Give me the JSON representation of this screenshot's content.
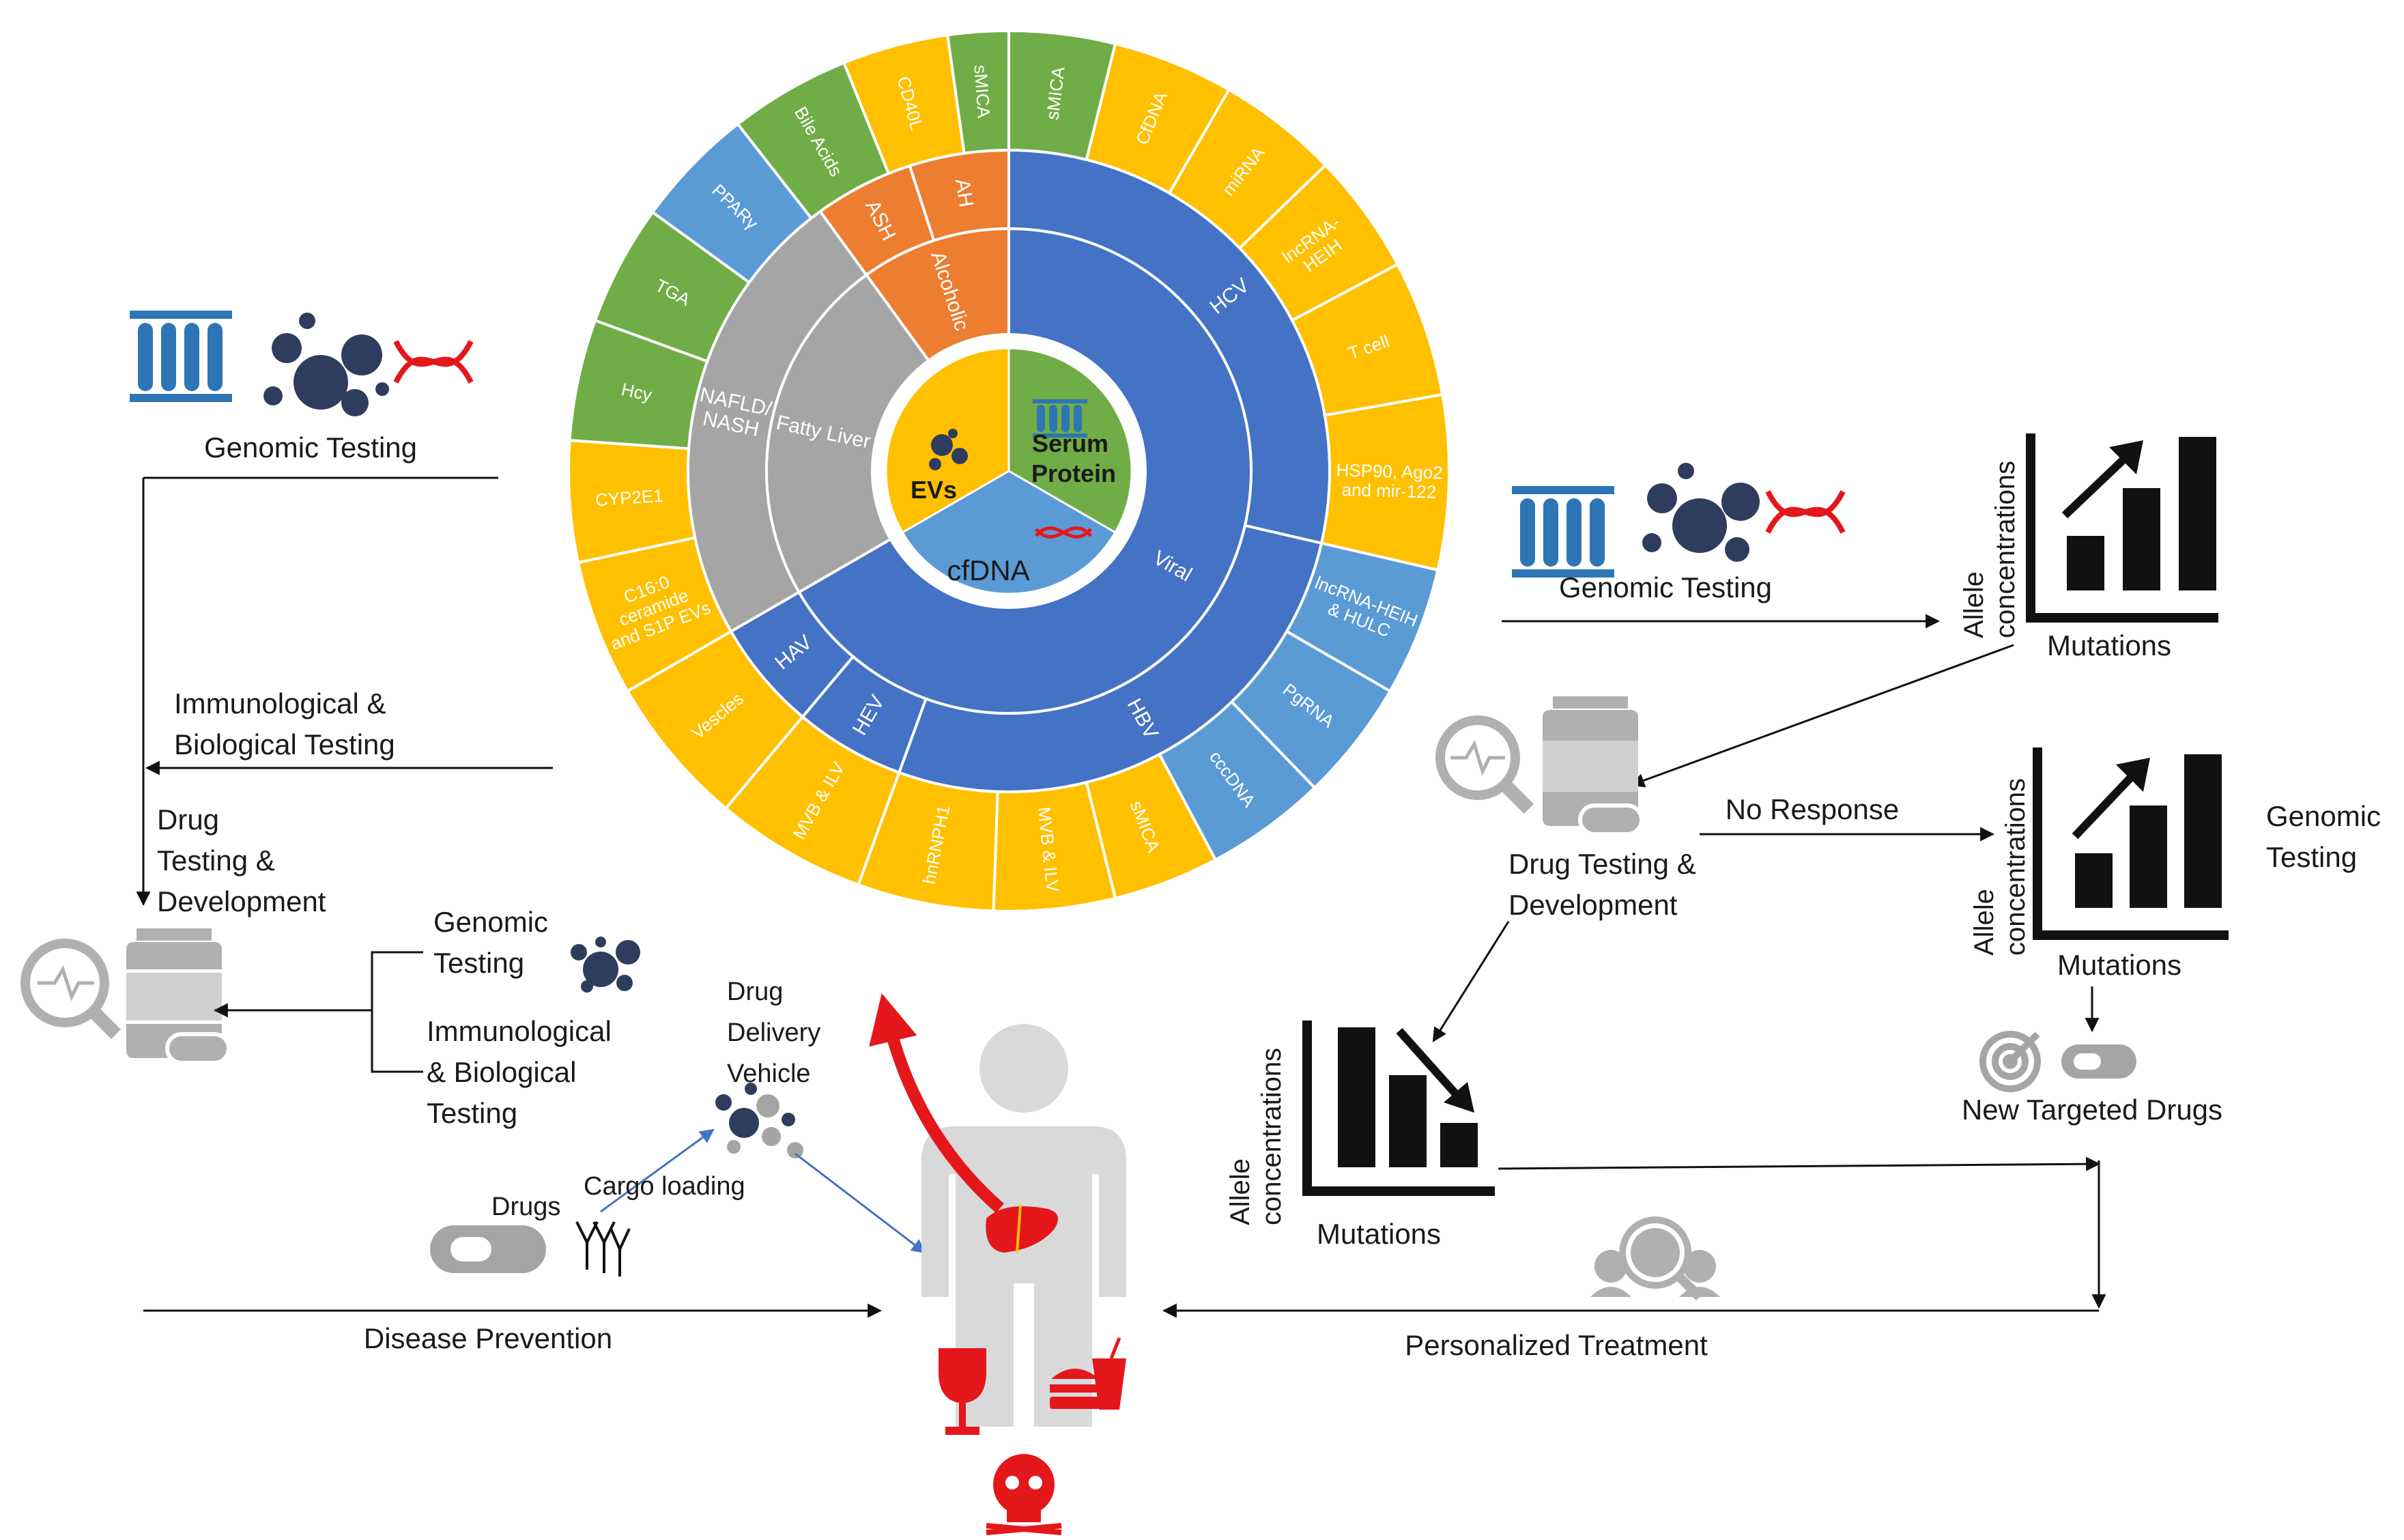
{
  "colors": {
    "blue": "#4472C4",
    "light_blue": "#5B9BD5",
    "green": "#70AD47",
    "yellow": "#FFC000",
    "gray": "#A5A5A5",
    "orange": "#ED7D31",
    "dark_navy": "#2E3D5E",
    "red": "#E4171B",
    "icon_blue": "#2E75B6",
    "icon_gray": "#B0B0B0"
  },
  "wheel": {
    "center": {
      "serum": "Serum\nProtein",
      "evs": "EVs",
      "cfdna": "cfDNA"
    },
    "ring_mid": [
      {
        "label": "Alcoholic",
        "a0": 0,
        "a1": 324,
        "color": "orange"
      },
      {
        "label": "Fatty Liver",
        "a0": 288,
        "a1": 324,
        "color": "gray"
      },
      {
        "label": "Viral",
        "a0": 0,
        "a1": 240,
        "color": "blue"
      }
    ],
    "ring_outer_cat": [
      {
        "label": "HCV",
        "a0": 0,
        "a1": 103,
        "color": "blue"
      },
      {
        "label": "HBV",
        "a0": 103,
        "a1": 200,
        "color": "blue"
      },
      {
        "label": "HEV",
        "a0": 200,
        "a1": 220,
        "color": "blue"
      },
      {
        "label": "HAV",
        "a0": 220,
        "a1": 240,
        "color": "blue"
      },
      {
        "label": "NAFLD/\nNASH",
        "a0": 240,
        "a1": 324,
        "color": "gray"
      },
      {
        "label": "ASH",
        "a0": 324,
        "a1": 342,
        "color": "orange"
      },
      {
        "label": "AH",
        "a0": 342,
        "a1": 360,
        "color": "orange"
      }
    ],
    "ring_markers": [
      {
        "label": "sMICA",
        "a0": 0,
        "a1": 14,
        "color": "green"
      },
      {
        "label": "CfDNA",
        "a0": 14,
        "a1": 30,
        "color": "yellow"
      },
      {
        "label": "miRNA",
        "a0": 30,
        "a1": 46,
        "color": "yellow"
      },
      {
        "label": "lncRNA-\nHEIH",
        "a0": 46,
        "a1": 62,
        "color": "yellow"
      },
      {
        "label": "T cell",
        "a0": 62,
        "a1": 80,
        "color": "yellow"
      },
      {
        "label": "HSP90, Ago2\nand mir-122",
        "a0": 80,
        "a1": 103,
        "color": "yellow"
      },
      {
        "label": "lncRNA-HEIH\n& HULC",
        "a0": 103,
        "a1": 120,
        "color": "light_blue"
      },
      {
        "label": "PgRNA",
        "a0": 120,
        "a1": 136,
        "color": "light_blue"
      },
      {
        "label": "cccDNA",
        "a0": 136,
        "a1": 152,
        "color": "light_blue"
      },
      {
        "label": "sMICA",
        "a0": 152,
        "a1": 166,
        "color": "yellow"
      },
      {
        "label": "MVB & ILV",
        "a0": 166,
        "a1": 182,
        "color": "yellow"
      },
      {
        "label": "hnRNPH1",
        "a0": 182,
        "a1": 200,
        "color": "yellow"
      },
      {
        "label": "MVB & ILV",
        "a0": 200,
        "a1": 220,
        "color": "yellow"
      },
      {
        "label": "Vescles",
        "a0": 220,
        "a1": 240,
        "color": "yellow"
      },
      {
        "label": "C16:0\nceramide\nand S1P EVs",
        "a0": 240,
        "a1": 258,
        "color": "yellow"
      },
      {
        "label": "CYP2E1",
        "a0": 258,
        "a1": 274,
        "color": "yellow"
      },
      {
        "label": "Hcy",
        "a0": 274,
        "a1": 290,
        "color": "green"
      },
      {
        "label": "TGA",
        "a0": 290,
        "a1": 306,
        "color": "green"
      },
      {
        "label": "PPARγ",
        "a0": 306,
        "a1": 322,
        "color": "light_blue"
      },
      {
        "label": "Bile Acids",
        "a0": 322,
        "a1": 338,
        "color": "green"
      },
      {
        "label": "CD40L",
        "a0": 338,
        "a1": 352,
        "color": "yellow"
      },
      {
        "label": "sMICA",
        "a0": 352,
        "a1": 360,
        "color": "green"
      }
    ]
  },
  "labels": {
    "genomic_testing_left": "Genomic Testing",
    "immuno_left": "Immunological &\nBiological Testing",
    "drug_testing_left": "Drug\nTesting &\nDevelopment",
    "genomic_testing_mid": "Genomic\nTesting",
    "immuno_mid": "Immunological\n& Biological\nTesting",
    "drug_delivery": "Drug\nDelivery\nVehicle",
    "cargo_loading": "Cargo loading",
    "drugs": "Drugs",
    "disease_prevention": "Disease Prevention",
    "genomic_testing_right": "Genomic Testing",
    "allele_concentrations": "Allele\nconcentrations",
    "mutations": "Mutations",
    "drug_testing_right": "Drug Testing &\nDevelopment",
    "no_response": "No Response",
    "genomic_testing_far_right": "Genomic\nTesting",
    "new_targeted_drugs": "New Targeted Drugs",
    "personalized_treatment": "Personalized Treatment"
  }
}
